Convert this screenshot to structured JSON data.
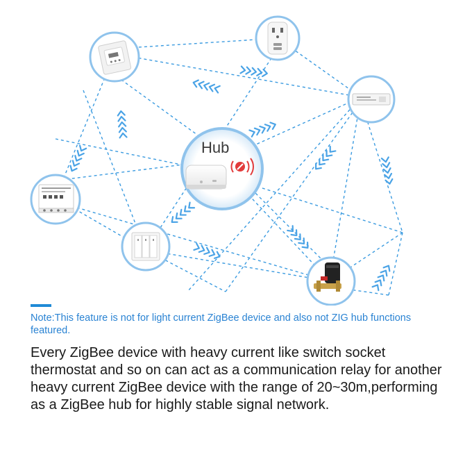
{
  "hub": {
    "label": "Hub"
  },
  "note": "Note:This feature is not for light current ZigBee device and also not ZIG hub functions featured.",
  "description": "Every ZigBee device with heavy current like switch socket thermostat and so on can act as a communication relay for another heavy current ZigBee device with the range of 20~30m,performing as a ZigBee hub for highly stable signal network.",
  "devices": [
    {
      "name": "thermostat",
      "icon": "thermostat-icon"
    },
    {
      "name": "smart plug",
      "icon": "socket-icon"
    },
    {
      "name": "led driver",
      "icon": "driver-icon"
    },
    {
      "name": "switch module",
      "icon": "module-icon"
    },
    {
      "name": "wall switch",
      "icon": "wall-switch-icon"
    },
    {
      "name": "valve controller",
      "icon": "valve-icon"
    }
  ],
  "colors": {
    "line": "#3b9be0",
    "ring": "#8fc3ec",
    "accent": "#1f8ad6",
    "note": "#2a83d3"
  }
}
